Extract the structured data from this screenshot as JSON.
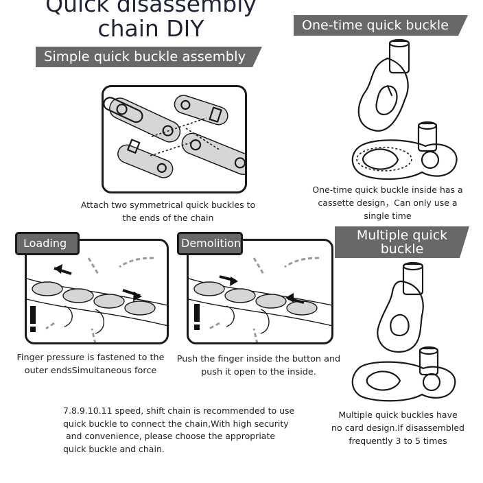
{
  "title": {
    "line1": "Quick disassembly",
    "line2": "chain DIY"
  },
  "simple": {
    "banner": "Simple quick buckle assembly",
    "caption_line1": "Attach two symmetrical quick buckles to",
    "caption_line2": "the ends of the chain"
  },
  "one_time": {
    "banner": "One-time quick buckle",
    "caption_line1": "One-time quick buckle inside has a",
    "caption_line2": "cassette design，Can only use a",
    "caption_line3": "single time"
  },
  "multiple": {
    "banner_line1": "Multiple quick",
    "banner_line2": "buckle",
    "caption_line1": "Multiple quick buckles have",
    "caption_line2": "no card design.If disassembled",
    "caption_line3": "frequently 3 to 5 times"
  },
  "loading": {
    "tag": "Loading",
    "caption_line1": "Finger pressure is fastened to the",
    "caption_line2": "outer endsSimultaneous force"
  },
  "demolition": {
    "tag": "Demolition",
    "caption_line1": "Push the finger inside the button and",
    "caption_line2": "push it open to the inside."
  },
  "speed_note": {
    "line1": "7.8.9.10.11 speed, shift chain is recommended to use",
    "line2": "quick buckle to connect the chain,With high security",
    "line3": " and convenience, please choose the appropriate",
    "line4": "quick buckle and chain."
  },
  "colors": {
    "banner": "#686868",
    "title": "#1f2336",
    "ink": "#1a1a1a"
  }
}
